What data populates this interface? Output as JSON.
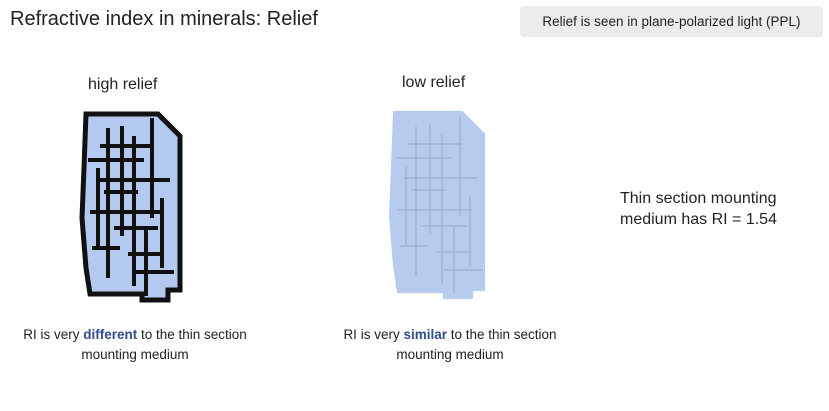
{
  "slide": {
    "title": "Refractive index in minerals: Relief",
    "note": "Relief is seen in plane-polarized light (PPL)"
  },
  "panels": {
    "high": {
      "label": "high relief",
      "caption_pre": "RI is very ",
      "caption_emph": "different",
      "caption_post": " to the thin section mounting medium",
      "fill_color": "#b4c9ef",
      "line_color": "#111111"
    },
    "low": {
      "label": "low relief",
      "caption_pre": "RI is very ",
      "caption_emph": "similar",
      "caption_post": " to the thin section mounting medium",
      "fill_color": "#b7cbee",
      "line_color": "#9aa8c4"
    }
  },
  "side_note": {
    "line1": "Thin section mounting",
    "line2": "medium has RI = 1.54"
  }
}
